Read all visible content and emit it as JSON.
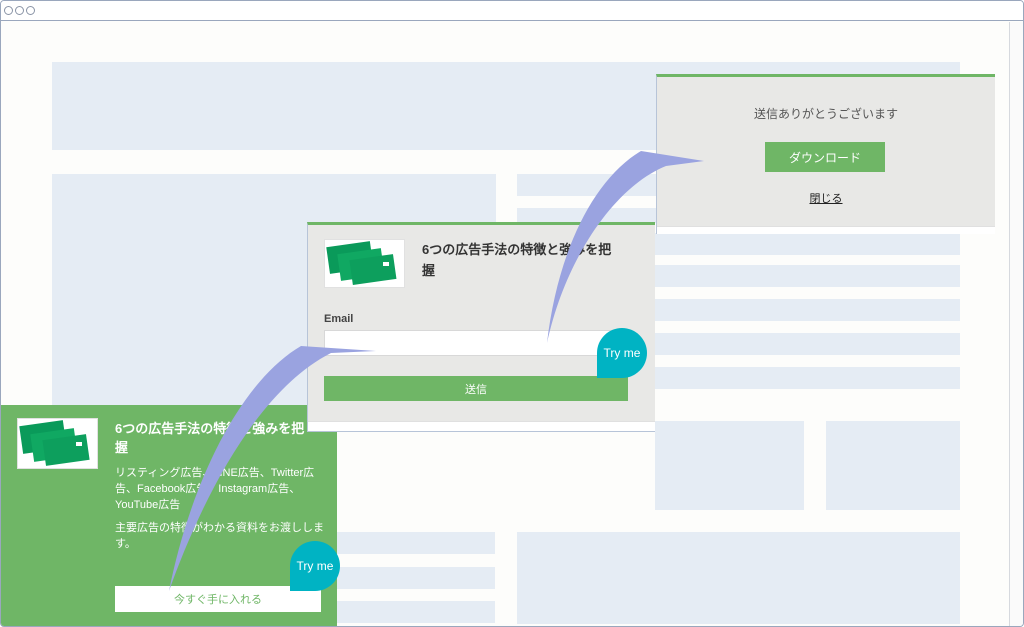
{
  "popup_small": {
    "title": "6つの広告手法の特徴と強みを把握",
    "description": "リスティング広告、LINE広告、Twitter広告、Facebook広告、Instagram広告、YouTube広告",
    "note": "主要広告の特徴がわかる資料をお渡しします。",
    "button_label": "今すぐ手に入れる",
    "try_me": "Try me"
  },
  "popup_form": {
    "title": "6つの広告手法の特徴と強みを把握",
    "email_label": "Email",
    "email_value": "",
    "submit_label": "送信",
    "try_me": "Try me"
  },
  "popup_thanks": {
    "message": "送信ありがとうございます",
    "download_label": "ダウンロード",
    "close_label": "閉じる"
  },
  "colors": {
    "accent_green": "#6fb666",
    "try_me_teal": "#00b3c3",
    "arrow_purple": "#9aa3e0",
    "placeholder_blue": "#e5ecf4"
  }
}
